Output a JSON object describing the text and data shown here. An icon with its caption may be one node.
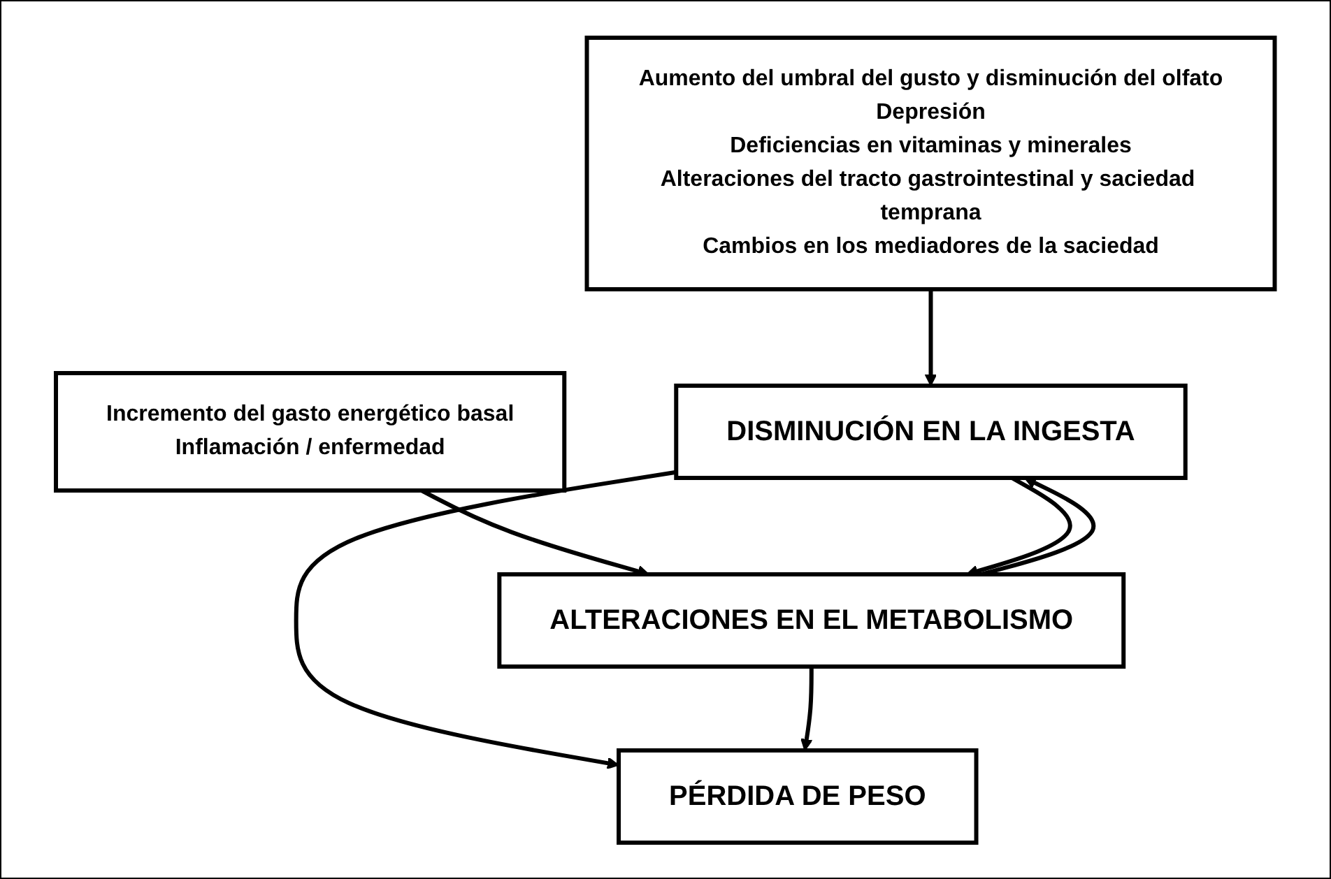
{
  "diagram": {
    "nodes": [
      {
        "text": [
          "Aumento del umbral del gusto y disminución del olfato",
          "Depresión",
          "Deficiencias en vitaminas y minerales",
          "Alteraciones del tracto gastrointestinal y saciedad temprana",
          "Cambios en los mediadores de la saciedad"
        ]
      },
      {
        "text": [
          "Incremento del gasto energético basal",
          "Inflamación / enfermedad"
        ]
      },
      {
        "text": [
          "DISMINUCIÓN EN LA INGESTA"
        ]
      },
      {
        "text": [
          "ALTERACIONES EN EL METABOLISMO"
        ]
      },
      {
        "text": [
          "PÉRDIDA DE PESO"
        ]
      }
    ],
    "edges": [
      {
        "from": 0,
        "to": 2,
        "arrow": "to"
      },
      {
        "from": 1,
        "to": 3,
        "arrow": "to"
      },
      {
        "from": 2,
        "to": 3,
        "arrow": "to"
      },
      {
        "from": 3,
        "to": 2,
        "arrow": "to"
      },
      {
        "from": 2,
        "to": 4,
        "arrow": "to"
      },
      {
        "from": 3,
        "to": 4,
        "arrow": "to"
      }
    ]
  }
}
